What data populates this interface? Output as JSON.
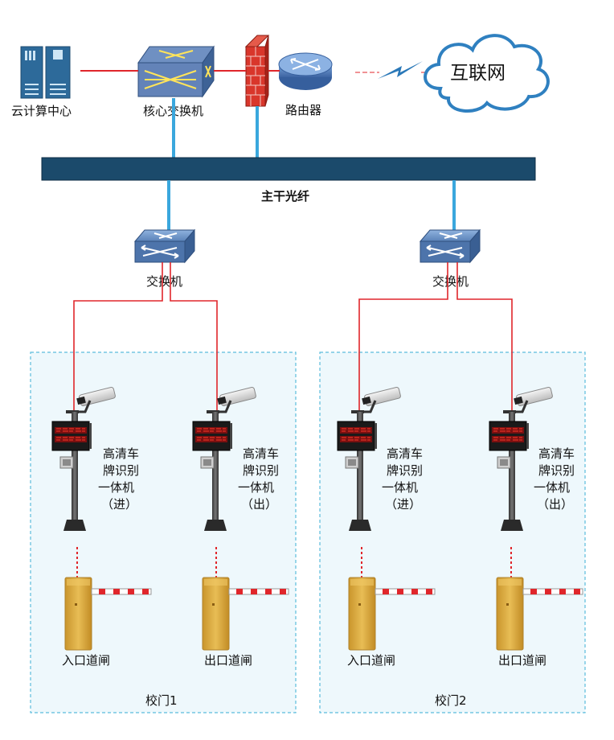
{
  "top": {
    "datacenter_label": "云计算中心",
    "core_switch_label": "核心交换机",
    "router_label": "路由器",
    "internet_label": "互联网"
  },
  "backbone": {
    "label": "主干光纤"
  },
  "left_switch": {
    "label": "交换机"
  },
  "right_switch": {
    "label": "交换机"
  },
  "gate1": {
    "title": "校门1",
    "entry_cam": {
      "line1": "高清车",
      "line2": "牌识别",
      "line3": "一体机",
      "line4": "（进）"
    },
    "exit_cam": {
      "line1": "高清车",
      "line2": "牌识别",
      "line3": "一体机",
      "line4": "（出）"
    },
    "entry_barrier_label": "入口道闸",
    "exit_barrier_label": "出口道闸"
  },
  "gate2": {
    "title": "校门2",
    "entry_cam": {
      "line1": "高清车",
      "line2": "牌识别",
      "line3": "一体机",
      "line4": "（进）"
    },
    "exit_cam": {
      "line1": "高清车",
      "line2": "牌识别",
      "line3": "一体机",
      "line4": "（出）"
    },
    "entry_barrier_label": "入口道闸",
    "exit_barrier_label": "出口道闸"
  },
  "colors": {
    "backbone": "#1b4a6b",
    "fiber": "#3aa7dd",
    "cable": "#e0262b",
    "zone_fill": "#eef8fc",
    "zone_border": "#5bbcdc",
    "barrier_body": "#d8a93c",
    "switch_blue": "#5a82b8"
  }
}
